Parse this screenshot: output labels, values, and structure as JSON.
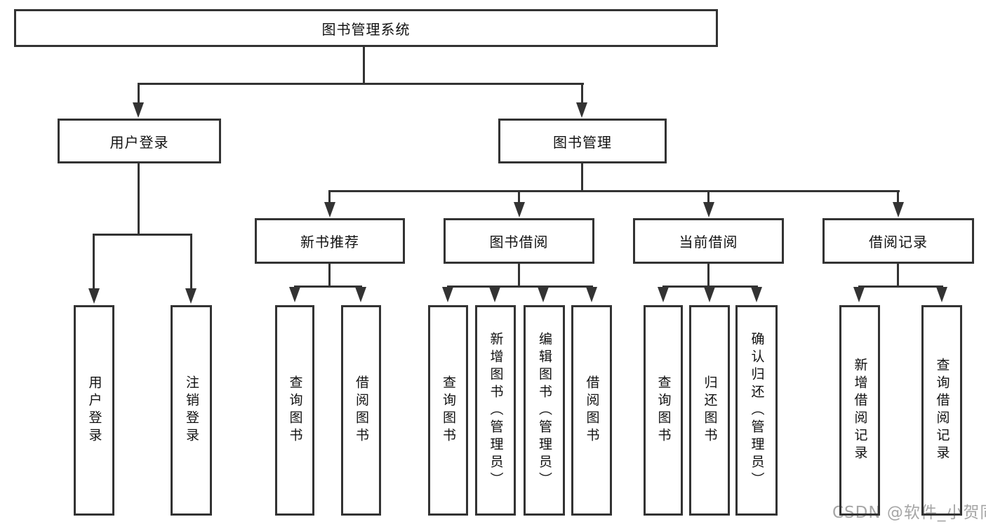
{
  "colors": {
    "line": "#333333",
    "text": "#111111",
    "bg": "#ffffff",
    "watermark": "#a6a6a6"
  },
  "watermark": "CSDN @软件_小贺同学",
  "tree": {
    "root": {
      "label": "图书管理系统"
    },
    "branches": [
      {
        "label": "用户登录",
        "children": [
          {
            "label": "用户登录"
          },
          {
            "label": "注销登录"
          }
        ]
      },
      {
        "label": "图书管理",
        "sections": [
          {
            "label": "新书推荐",
            "children": [
              {
                "label": "查询图书"
              },
              {
                "label": "借阅图书"
              }
            ]
          },
          {
            "label": "图书借阅",
            "children": [
              {
                "label": "查询图书"
              },
              {
                "label": "新增图书（管理员）"
              },
              {
                "label": "编辑图书（管理员）"
              },
              {
                "label": "借阅图书"
              }
            ]
          },
          {
            "label": "当前借阅",
            "children": [
              {
                "label": "查询图书"
              },
              {
                "label": "归还图书"
              },
              {
                "label": "确认归还（管理员）"
              }
            ]
          },
          {
            "label": "借阅记录",
            "children": [
              {
                "label": "新增借阅记录"
              },
              {
                "label": "查询借阅记录"
              }
            ]
          }
        ]
      }
    ]
  }
}
